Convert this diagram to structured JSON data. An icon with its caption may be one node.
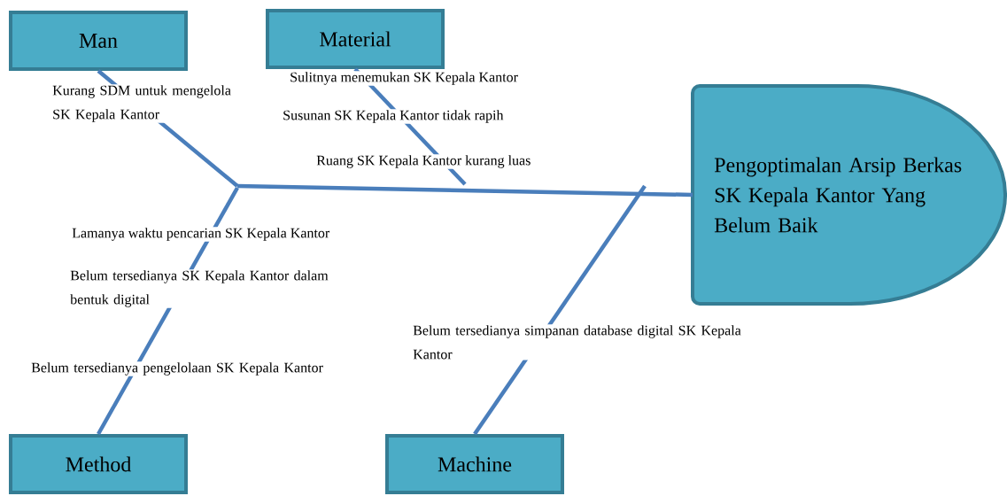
{
  "diagram": {
    "nodes": [
      {
        "text": [
          "Man"
        ]
      },
      {
        "text": [
          "Material"
        ]
      },
      {
        "text": [
          "Method"
        ]
      },
      {
        "text": [
          "Machine"
        ]
      },
      {
        "text": [
          "Pengoptimalan Arsip Berkas SK Kepala Kantor Yang Belum Baik"
        ]
      }
    ],
    "edges": [
      {
        "from": 0,
        "to": null,
        "arrow": "none"
      },
      {
        "from": 1,
        "to": null,
        "arrow": "none"
      },
      {
        "from": 2,
        "to": null,
        "arrow": "none"
      },
      {
        "from": 3,
        "to": null,
        "arrow": "none"
      },
      {
        "from": null,
        "to": 4,
        "arrow": "none"
      }
    ],
    "labels": [
      "Kurang SDM untuk mengelola SK Kepala Kantor",
      "Sulitnya menemukan SK Kepala Kantor",
      "Susunan SK Kepala Kantor tidak rapih",
      "Ruang SK Kepala Kantor kurang luas",
      "Lamanya waktu pencarian SK Kepala Kantor",
      "Belum tersedianya SK Kepala Kantor dalam bentuk digital",
      "Belum tersedianya simpanan database digital SK Kepala Kantor",
      "Belum tersedianya pengelolaan SK Kepala Kantor"
    ]
  }
}
